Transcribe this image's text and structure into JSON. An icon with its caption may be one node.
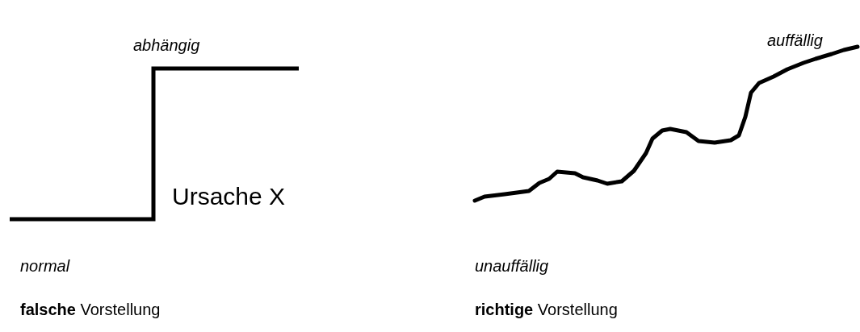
{
  "diagram": {
    "labels": [
      "abhängig",
      "auffällig",
      "Ursache X",
      "normal",
      "unauffällig",
      "**falsche** Vorstellung",
      "**richtige** Vorstellung"
    ]
  }
}
